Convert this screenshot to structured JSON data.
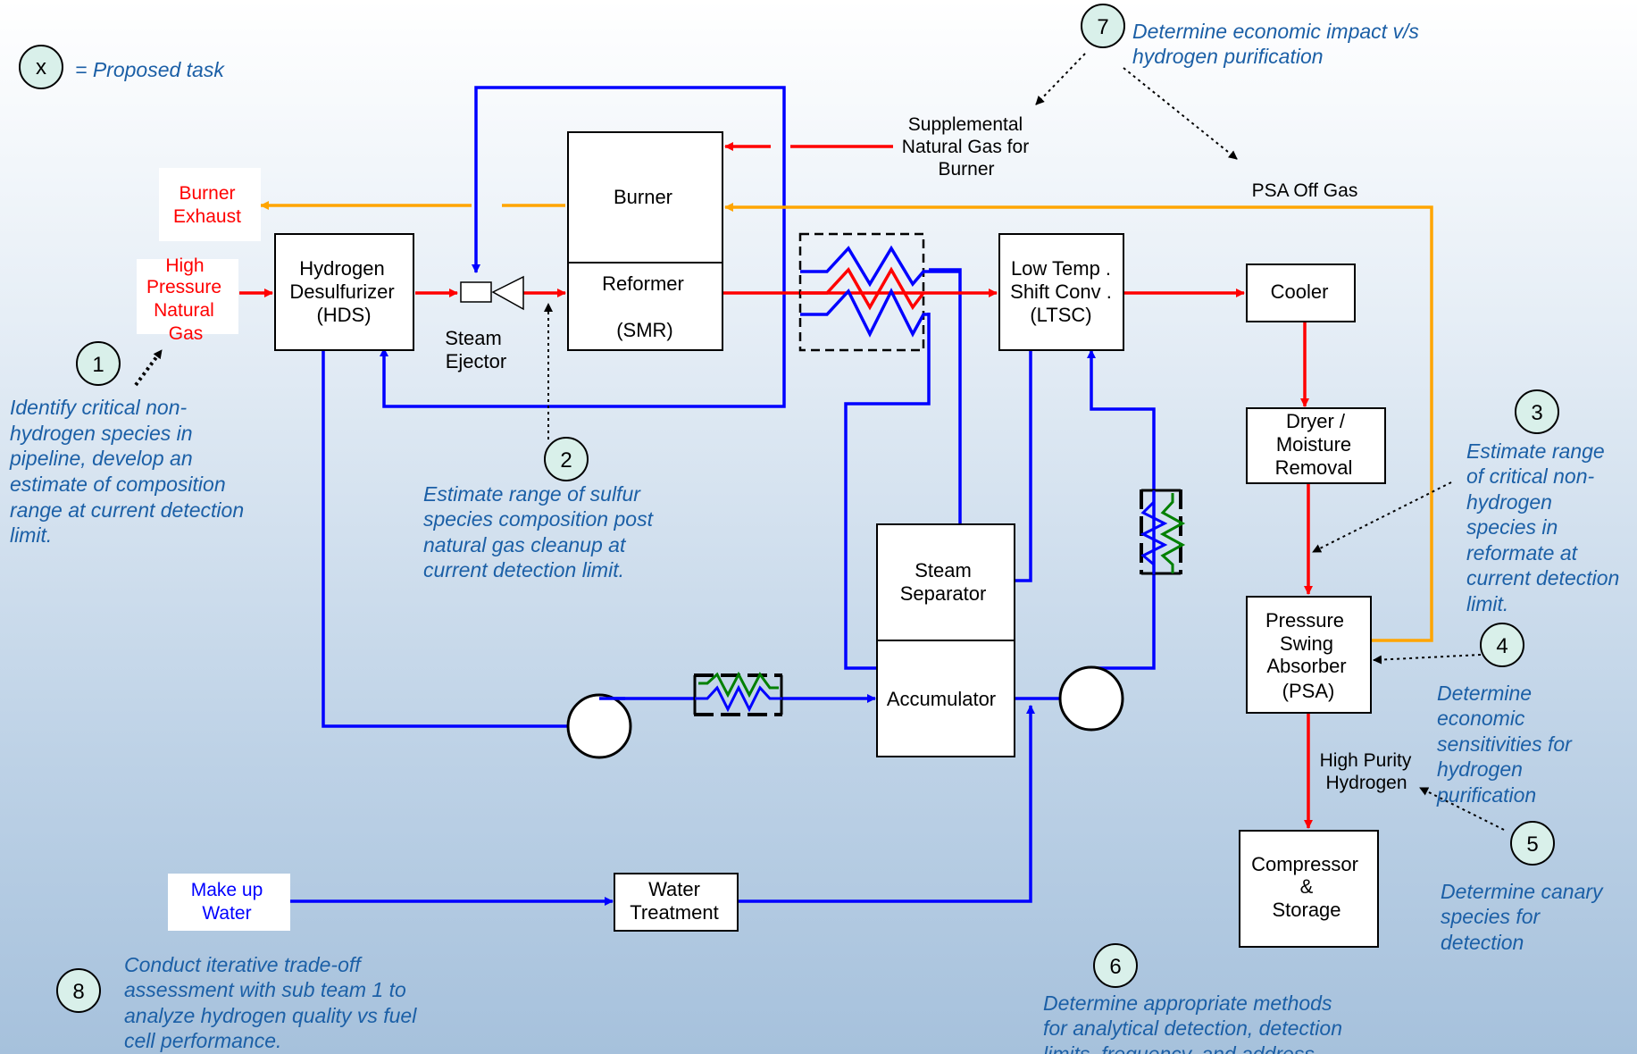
{
  "legend": {
    "symbol": "x",
    "text": "= Proposed task"
  },
  "equipment": {
    "burner": "Burner",
    "reformer_l1": "Reformer",
    "reformer_l2": "(SMR)",
    "hds_l1": "Hydrogen",
    "hds_l2": "Desulfurizer",
    "hds_l3": "(HDS)",
    "steam_ejector_l1": "Steam",
    "steam_ejector_l2": "Ejector",
    "ltsc_l1": "Low Temp .",
    "ltsc_l2": "Shift Conv .",
    "ltsc_l3": "(LTSC)",
    "cooler": "Cooler",
    "dryer_l1": "Dryer /",
    "dryer_l2": "Moisture",
    "dryer_l3": "Removal",
    "psa_l1": "Pressure",
    "psa_l2": "Swing",
    "psa_l3": "Absorber",
    "psa_l4": "(PSA)",
    "compressor_l1": "Compressor",
    "compressor_l2": "&",
    "compressor_l3": "Storage",
    "steam_sep_l1": "Steam",
    "steam_sep_l2": "Separator",
    "accumulator": "Accumulator",
    "water_treatment_l1": "Water",
    "water_treatment_l2": "Treatment"
  },
  "streams": {
    "burner_exhaust_l1": "Burner",
    "burner_exhaust_l2": "Exhaust",
    "hp_gas_l1": "High",
    "hp_gas_l2": "Pressure",
    "hp_gas_l3": "Natural",
    "hp_gas_l4": "Gas",
    "supp_gas_l1": "Supplemental",
    "supp_gas_l2": "Natural Gas for",
    "supp_gas_l3": "Burner",
    "psa_off_gas": "PSA Off Gas",
    "high_purity_l1": "High Purity",
    "high_purity_l2": "Hydrogen",
    "makeup_water_l1": "Make up",
    "makeup_water_l2": "Water"
  },
  "tasks": [
    {
      "num": "1",
      "lines": [
        "Identify critical non-",
        "hydrogen species in",
        "pipeline, develop an",
        "estimate of composition",
        "range at current detection",
        "limit."
      ]
    },
    {
      "num": "2",
      "lines": [
        "Estimate range of sulfur",
        "species composition post",
        "natural gas cleanup at",
        "current detection limit."
      ]
    },
    {
      "num": "3",
      "lines": [
        "Estimate range",
        "of critical non-",
        "hydrogen",
        "species in",
        "reformate at",
        "current detection",
        "limit."
      ]
    },
    {
      "num": "4",
      "lines": [
        "Determine",
        "economic",
        "sensitivities for",
        "hydrogen",
        "purification"
      ]
    },
    {
      "num": "5",
      "lines": [
        "Determine canary",
        "species for",
        "detection"
      ]
    },
    {
      "num": "6",
      "lines": [
        "Determine appropriate methods",
        "for analytical detection, detection",
        "limits, frequency, and address"
      ]
    },
    {
      "num": "7",
      "lines": [
        "Determine economic impact v/s",
        "hydrogen purification"
      ]
    },
    {
      "num": "8",
      "lines": [
        "Conduct iterative trade-off",
        "assessment with sub team 1 to",
        "analyze hydrogen quality vs fuel",
        "cell performance."
      ]
    }
  ],
  "colors": {
    "gas_line": "#ff0000",
    "water_line": "#0000ff",
    "offgas_line": "#ffa500",
    "task_circle": "#d9f0ea",
    "note_text": "#1b5fa6"
  }
}
